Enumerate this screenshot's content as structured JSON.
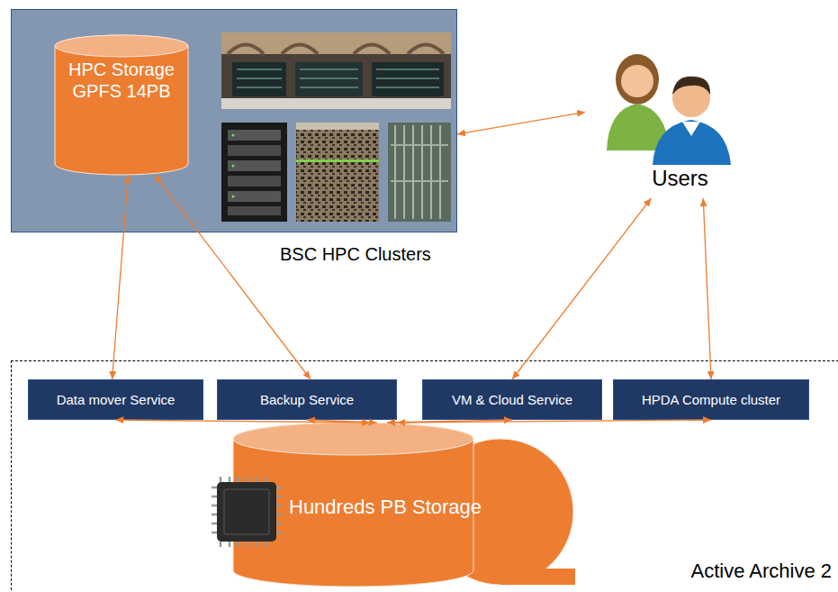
{
  "diagram": {
    "nodes": [
      {
        "text": [
          "BSC HPC Clusters"
        ]
      },
      {
        "text": [
          "HPC Storage GPFS 14PB"
        ],
        "in": 0
      },
      {
        "text": [
          "Users"
        ]
      },
      {
        "text": [
          "Active Archive 2"
        ]
      },
      {
        "text": [
          "Data mover Service"
        ],
        "in": 3
      },
      {
        "text": [
          "Backup Service"
        ],
        "in": 3
      },
      {
        "text": [
          "VM & Cloud Service"
        ],
        "in": 3
      },
      {
        "text": [
          "HPDA Compute cluster"
        ],
        "in": 3
      },
      {
        "text": [
          "Hundreds PB Storage"
        ],
        "in": 3
      }
    ],
    "edges": [
      {
        "from": 0,
        "to": 2,
        "arrow": "both"
      },
      {
        "from": 1,
        "to": 4,
        "arrow": "both"
      },
      {
        "from": 1,
        "to": 5,
        "arrow": "both"
      },
      {
        "from": 2,
        "to": 6,
        "arrow": "both"
      },
      {
        "from": 2,
        "to": 7,
        "arrow": "both"
      },
      {
        "from": 4,
        "to": 8,
        "arrow": "both"
      },
      {
        "from": 5,
        "to": 8,
        "arrow": "both"
      },
      {
        "from": 6,
        "to": 8,
        "arrow": "both"
      },
      {
        "from": 7,
        "to": 8,
        "arrow": "both"
      }
    ]
  }
}
